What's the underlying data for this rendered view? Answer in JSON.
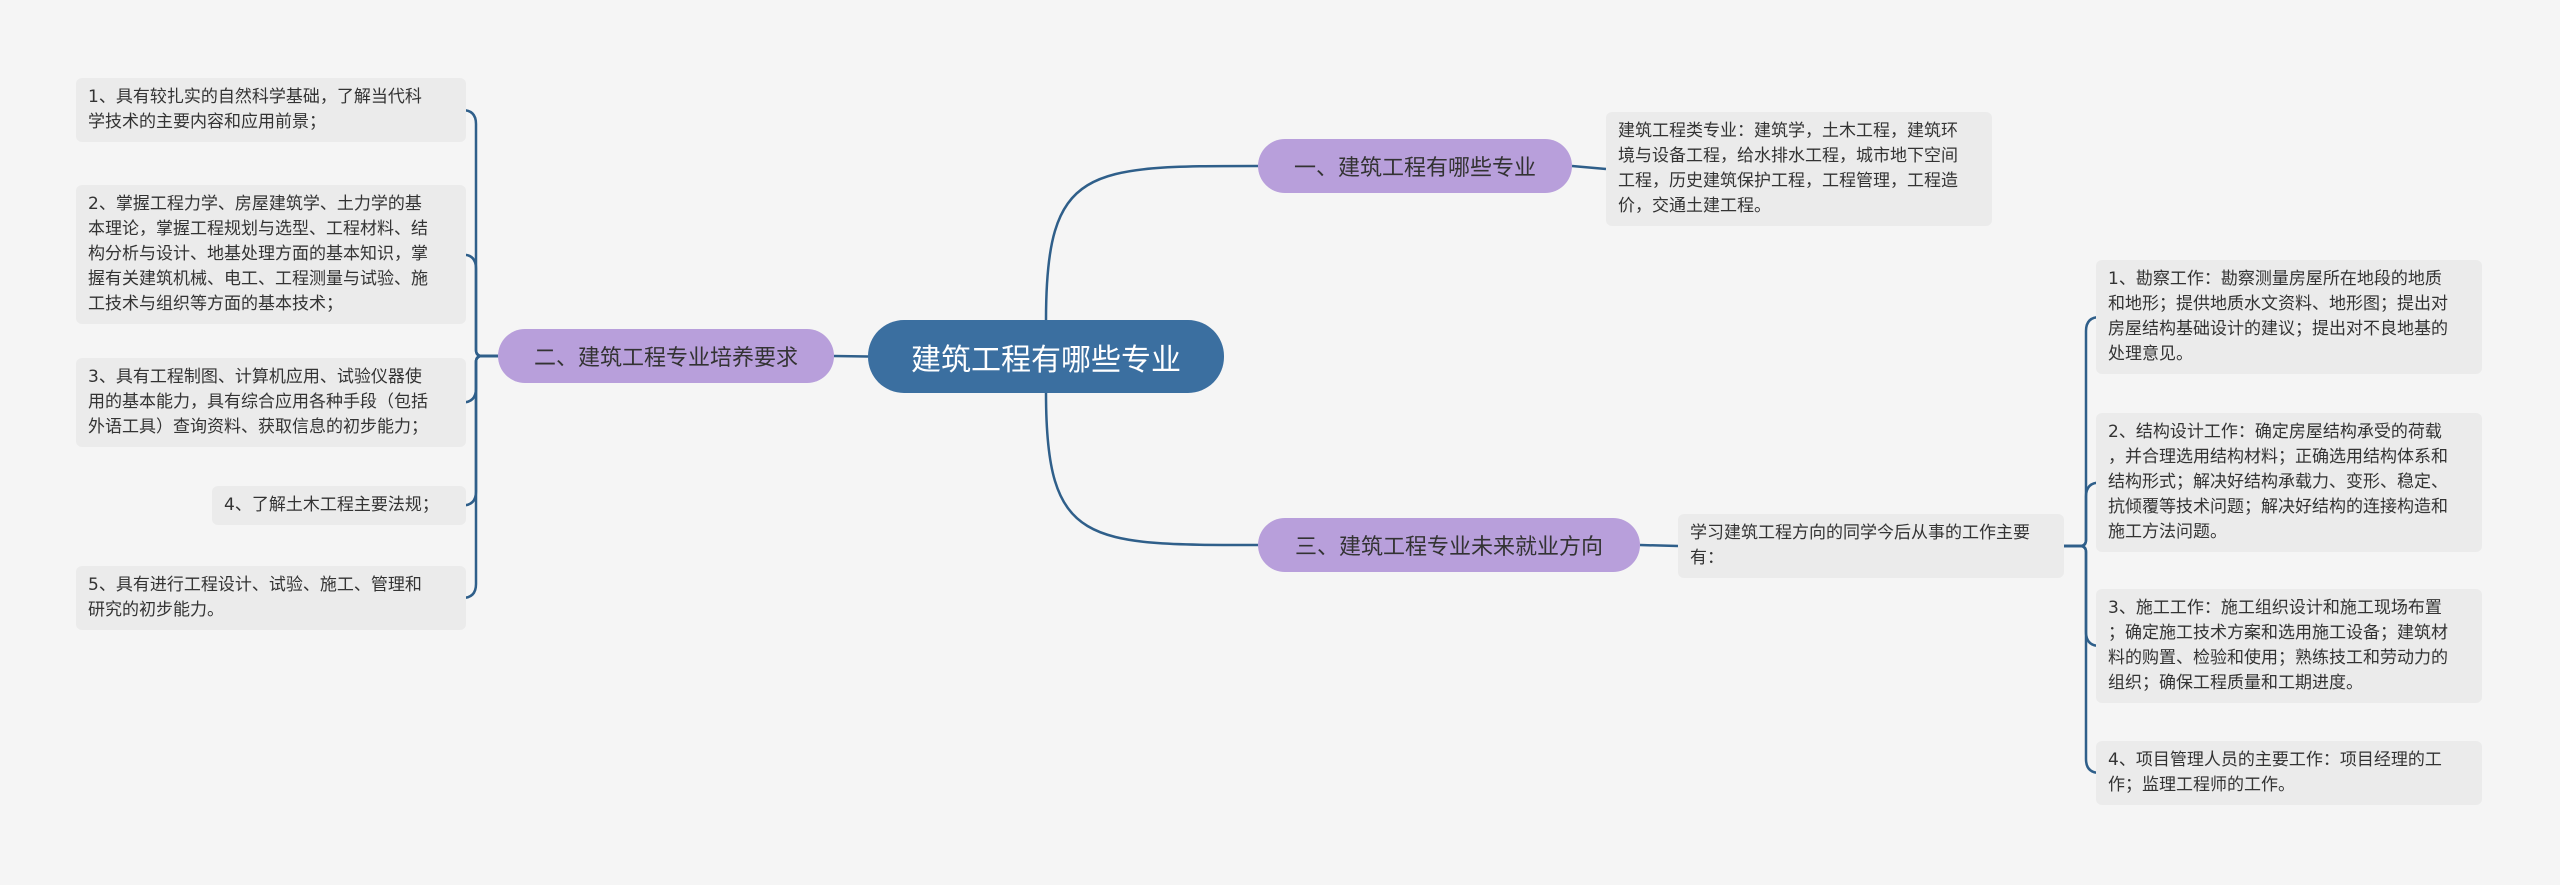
{
  "root": {
    "label": "建筑工程有哪些专业"
  },
  "branches": {
    "b1": {
      "label": "一、建筑工程有哪些专业"
    },
    "b2": {
      "label": "二、建筑工程专业培养要求"
    },
    "b3": {
      "label": "三、建筑工程专业未来就业方向"
    }
  },
  "leaves": {
    "b1_0": [
      "建筑工程类专业：建筑学，土木工程，建筑环",
      "境与设备工程，给水排水工程，城市地下空间",
      "工程，历史建筑保护工程，工程管理，工程造",
      "价，交通土建工程。"
    ],
    "b2_0": [
      "1、具有较扎实的自然科学基础，了解当代科",
      "学技术的主要内容和应用前景；"
    ],
    "b2_1": [
      "2、掌握工程力学、房屋建筑学、土力学的基",
      "本理论，掌握工程规划与选型、工程材料、结",
      "构分析与设计、地基处理方面的基本知识，掌",
      "握有关建筑机械、电工、工程测量与试验、施",
      "工技术与组织等方面的基本技术；"
    ],
    "b2_2": [
      "3、具有工程制图、计算机应用、试验仪器使",
      "用的基本能力，具有综合应用各种手段（包括",
      "外语工具）查询资料、获取信息的初步能力；"
    ],
    "b2_3": [
      "4、了解土木工程主要法规；"
    ],
    "b2_4": [
      "5、具有进行工程设计、试验、施工、管理和",
      "研究的初步能力。"
    ],
    "b3_0": [
      "学习建筑工程方向的同学今后从事的工作主要",
      "有："
    ],
    "b3_0_0": [
      "1、勘察工作：勘察测量房屋所在地段的地质",
      "和地形；提供地质水文资料、地形图；提出对",
      "房屋结构基础设计的建议；提出对不良地基的",
      "处理意见。"
    ],
    "b3_0_1": [
      "2、结构设计工作：确定房屋结构承受的荷载",
      "，并合理选用结构材料；正确选用结构体系和",
      "结构形式；解决好结构承载力、变形、稳定、",
      "抗倾覆等技术问题；解决好结构的连接构造和",
      "施工方法问题。"
    ],
    "b3_0_2": [
      "3、施工工作：施工组织设计和施工现场布置",
      "；确定施工技术方案和选用施工设备；建筑材",
      "料的购置、检验和使用；熟练技工和劳动力的",
      "组织；确保工程质量和工期进度。"
    ],
    "b3_0_3": [
      "4、项目管理人员的主要工作：项目经理的工",
      "作；监理工程师的工作。"
    ]
  },
  "colors": {
    "background": "#f5f5f5",
    "root_fill": "#3b6fa0",
    "branch_fill": "#b89fdb",
    "leaf_fill": "#ebebeb",
    "connector": "#2f5f8a",
    "text": "#333333"
  }
}
